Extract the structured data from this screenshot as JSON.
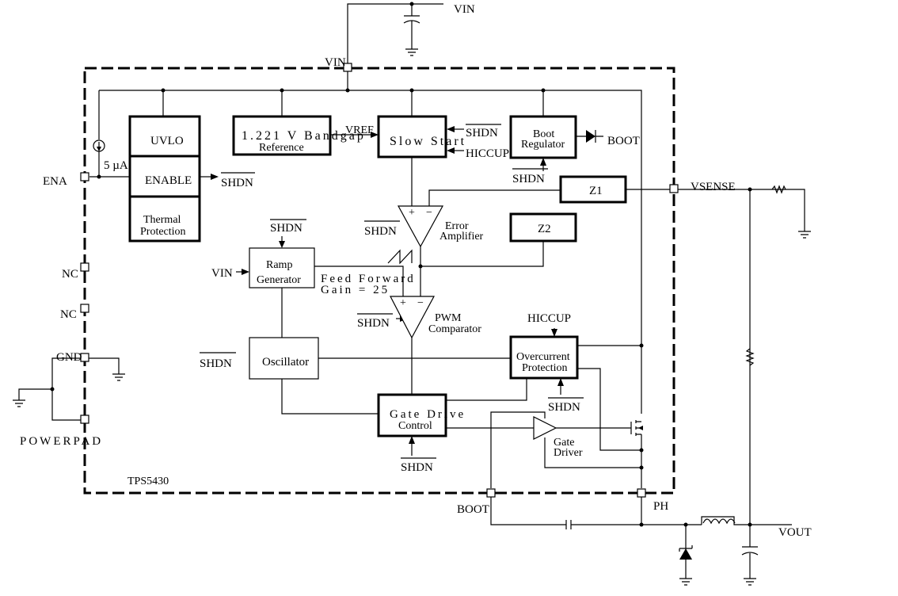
{
  "diagram": {
    "chip_name": "TPS5430",
    "pins": {
      "vin_top": "VIN",
      "vin_chip": "VIN",
      "ena": "ENA",
      "nc1": "NC",
      "nc2": "NC",
      "gnd": "GND",
      "powerpad": "POWERPAD",
      "vsense": "VSENSE",
      "boot_bottom": "BOOT",
      "ph": "PH",
      "vout": "VOUT",
      "boot_right": "BOOT"
    },
    "blocks": {
      "uvlo": "UVLO",
      "enable": "ENABLE",
      "thermal_1": "Thermal",
      "thermal_2": "Protection",
      "bandgap_1": "1.221 V Bandgap",
      "bandgap_2": "Reference",
      "vref": "VREF",
      "slow_start": "Slow Start",
      "boot_reg_1": "Boot",
      "boot_reg_2": "Regulator",
      "z1": "Z1",
      "z2": "Z2",
      "error_amp_1": "Error",
      "error_amp_2": "Amplifier",
      "ramp_1": "Ramp",
      "ramp_2": "Generator",
      "feed_forward_1": "Feed Forward",
      "feed_forward_2": "Gain = 25",
      "pwm_1": "PWM",
      "pwm_2": "Comparator",
      "oscillator": "Oscillator",
      "overcurrent_1": "Overcurrent",
      "overcurrent_2": "Protection",
      "gate_drive_1": "Gate Drive",
      "gate_drive_2": "Control",
      "gate_driver_1": "Gate",
      "gate_driver_2": "Driver"
    },
    "signals": {
      "current_source": "5 µA",
      "shdn_enable": "SHDN",
      "shdn_slow_start": "SHDN",
      "hiccup_slow_start": "HICCUP",
      "shdn_boot": "SHDN",
      "shdn_error": "SHDN",
      "shdn_ramp": "SHDN",
      "vin_ramp": "VIN",
      "shdn_pwm": "SHDN",
      "shdn_osc": "SHDN",
      "hiccup_oc": "HICCUP",
      "shdn_oc": "SHDN",
      "shdn_gate": "SHDN",
      "plus": "+",
      "minus": "−"
    }
  }
}
